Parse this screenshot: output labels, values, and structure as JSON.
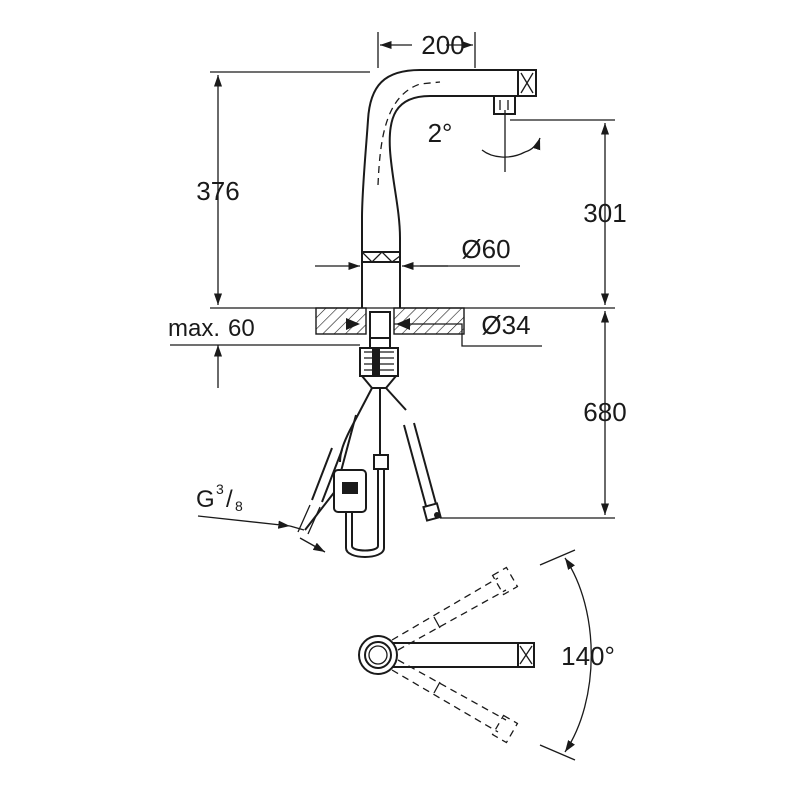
{
  "drawing": {
    "dimensions": {
      "width_top": "200",
      "height_left": "376",
      "spout_angle": "2°",
      "height_right": "301",
      "body_diameter": "Ø60",
      "max_counter": "max.",
      "max_counter_value": "60",
      "hole_diameter": "Ø34",
      "hose_length": "680",
      "connection_prefix": "G",
      "connection_num": "3",
      "connection_den": "8",
      "swivel_angle": "140°"
    }
  }
}
